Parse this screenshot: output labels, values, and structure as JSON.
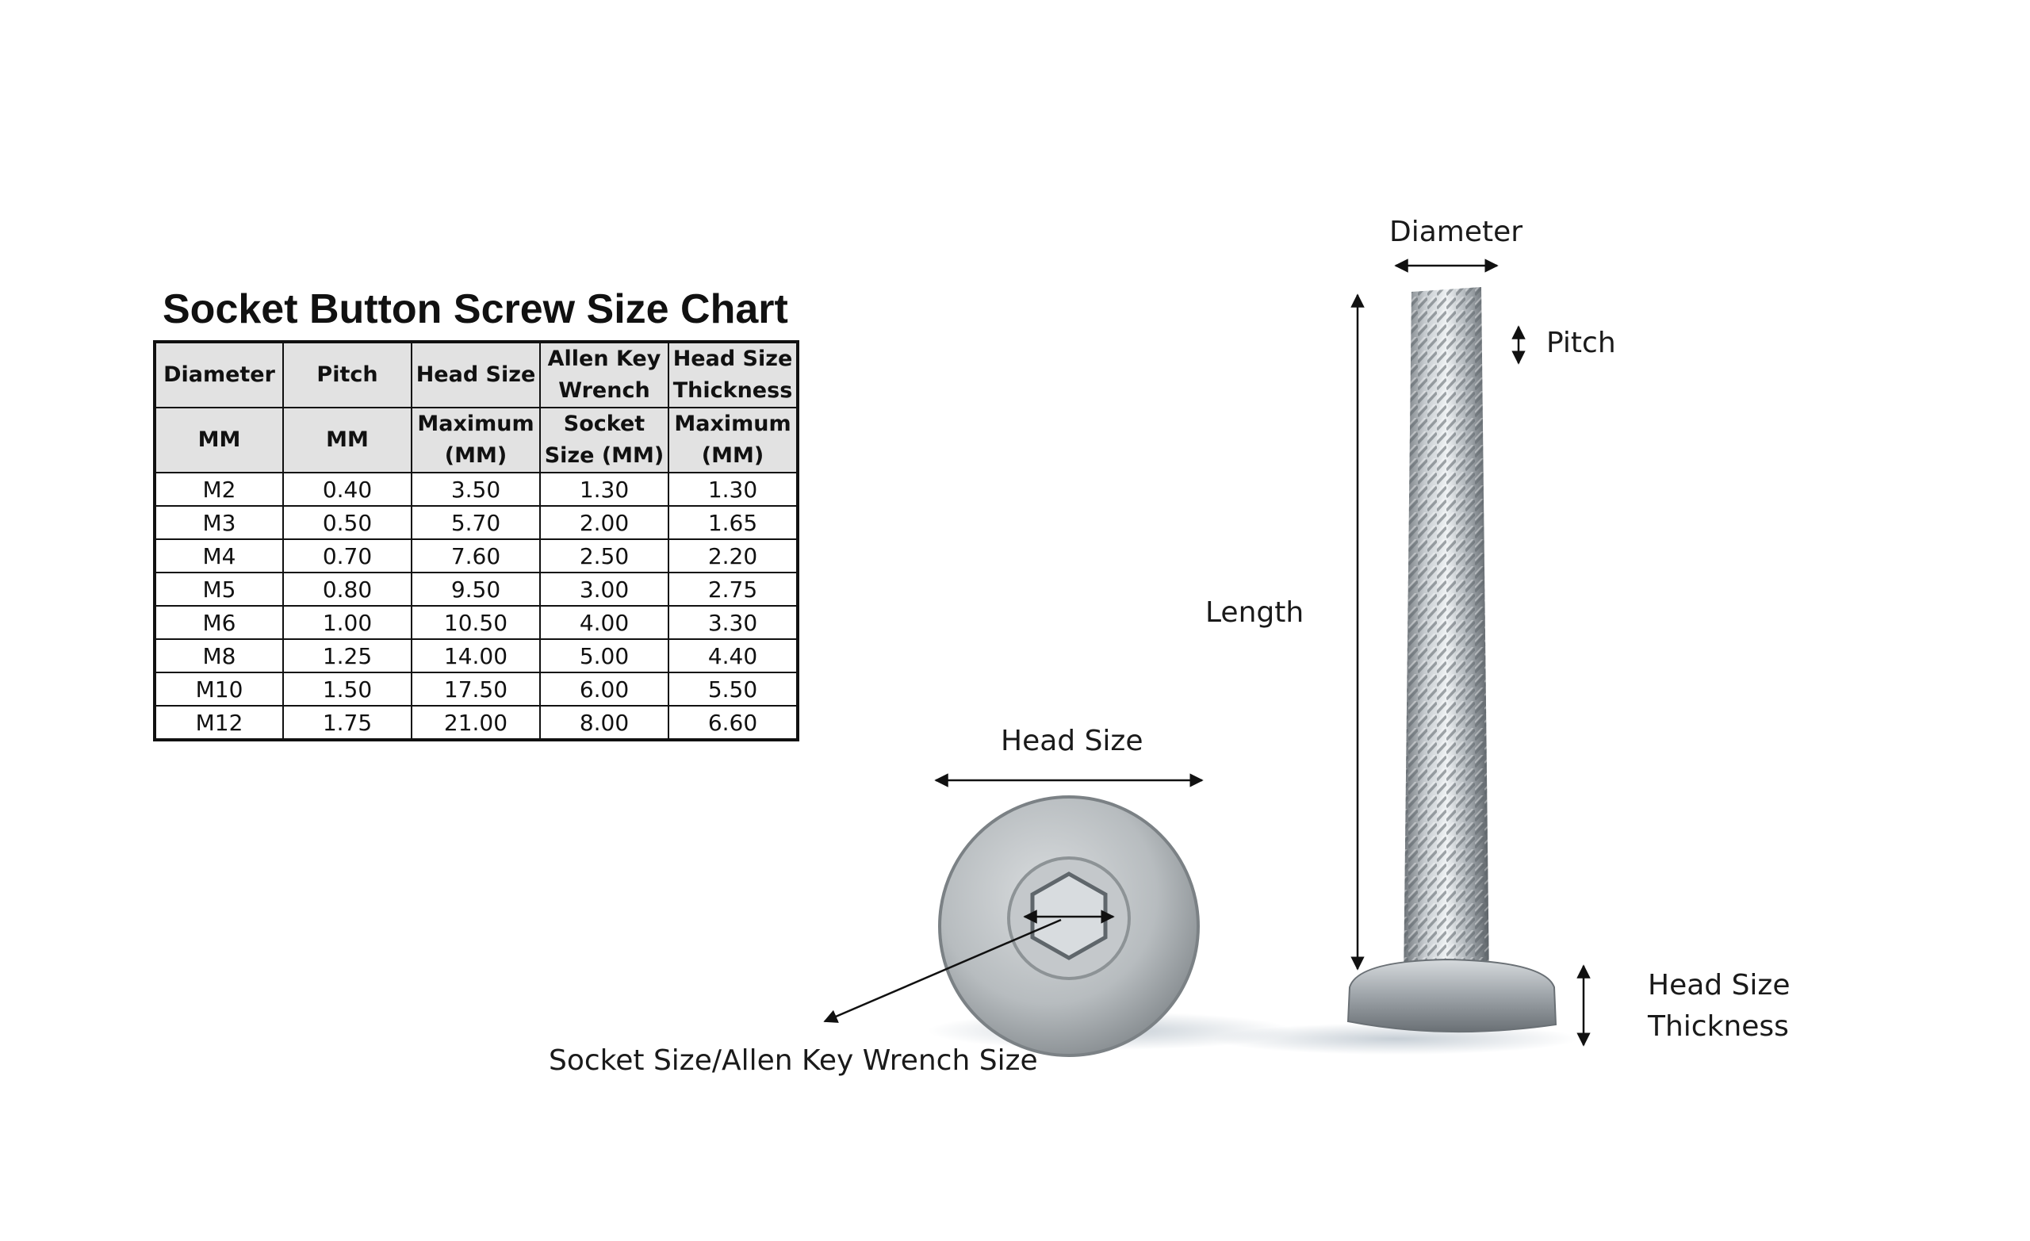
{
  "chart": {
    "title": "Socket Button Screw Size Chart",
    "header_row_1": [
      "Diameter",
      "Pitch",
      "Head Size",
      "Allen Key Wrench",
      "Head Size Thickness"
    ],
    "header_row_2": [
      "MM",
      "MM",
      "Maximum (MM)",
      "Socket Size (MM)",
      "Maximum (MM)"
    ],
    "rows": [
      [
        "M2",
        "0.40",
        "3.50",
        "1.30",
        "1.30"
      ],
      [
        "M3",
        "0.50",
        "5.70",
        "2.00",
        "1.65"
      ],
      [
        "M4",
        "0.70",
        "7.60",
        "2.50",
        "2.20"
      ],
      [
        "M5",
        "0.80",
        "9.50",
        "3.00",
        "2.75"
      ],
      [
        "M6",
        "1.00",
        "10.50",
        "4.00",
        "3.30"
      ],
      [
        "M8",
        "1.25",
        "14.00",
        "5.00",
        "4.40"
      ],
      [
        "M10",
        "1.50",
        "17.50",
        "6.00",
        "5.50"
      ],
      [
        "M12",
        "1.75",
        "21.00",
        "8.00",
        "6.60"
      ]
    ]
  },
  "labels": {
    "diameter": "Diameter",
    "pitch": "Pitch",
    "length": "Length",
    "head_size": "Head Size",
    "head_size_thickness_line1": "Head Size",
    "head_size_thickness_line2": "Thickness",
    "socket_size": "Socket Size/Allen Key Wrench Size"
  }
}
